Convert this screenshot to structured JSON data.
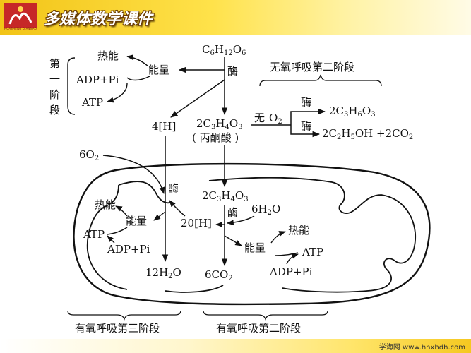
{
  "header": {
    "title": "多媒体数学课件",
    "logo_sub": "HUASHENG DIANNAO"
  },
  "footer": {
    "site": "学海网 www.hnxhdh.com"
  },
  "diagram": {
    "glucose": [
      "C",
      "6",
      "H",
      "12",
      "O",
      "6"
    ],
    "stage1_label": [
      "第",
      "一",
      "阶",
      "段"
    ],
    "heat_1": "热能",
    "energy_1": "能量",
    "adp_pi_1": "ADP+Pi",
    "atp_1": "ATP",
    "enzyme": "酶",
    "anaerobic_title": "无氧呼吸第二阶段",
    "pyruvate_formula": [
      "2C",
      "3",
      "H",
      "4",
      "O",
      "3"
    ],
    "pyruvate_name": "( 丙酮酸 )",
    "h4": "4[H]",
    "no_o2": [
      "无",
      "O",
      "2"
    ],
    "lactate": [
      "2C",
      "3",
      "H",
      "6",
      "O",
      "3"
    ],
    "ethanol": [
      "2C",
      "2",
      "H",
      "5",
      "OH +2CO",
      "2"
    ],
    "o2_6": [
      "6O",
      "2"
    ],
    "pyruvate_inner": [
      "2C",
      "3",
      "H",
      "4",
      "O",
      "3"
    ],
    "h2o_6": [
      "6H",
      "2",
      "O"
    ],
    "h20": "20[H]",
    "heat_2": "热能",
    "energy_2": "能量",
    "atp_2": "ATP",
    "adp_pi_2": "ADP+Pi",
    "heat_3": "热能",
    "energy_3": "能量",
    "atp_3": "ATP",
    "adp_pi_3": "ADP+Pi",
    "water_12": [
      "12H",
      "2",
      "O"
    ],
    "co2_6": [
      "6CO",
      "2"
    ],
    "aerobic_stage3": "有氧呼吸第三阶段",
    "aerobic_stage2": "有氧呼吸第二阶段"
  }
}
